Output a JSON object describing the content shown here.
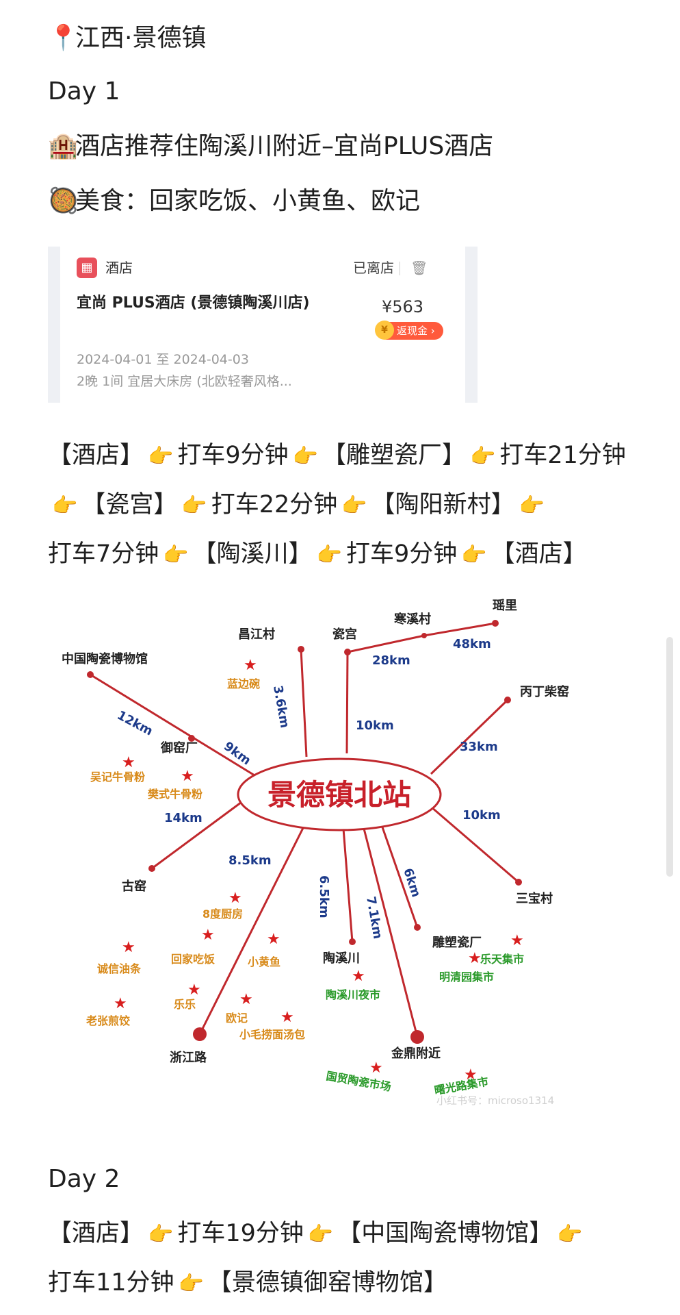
{
  "header": {
    "location_icon": "pin-icon",
    "location": "江西·景德镇",
    "day1": "Day 1",
    "hotel_tip": "酒店推荐住陶溪川附近–宜尚PLUS酒店",
    "food_tip": "美食：回家吃饭、小黄鱼、欧记"
  },
  "hotel_card": {
    "type": "酒店",
    "status": "已离店",
    "name": "宜尚 PLUS酒店 (景德镇陶溪川店)",
    "price": "¥563",
    "cashback": "返现金",
    "dates": "2024-04-01 至 2024-04-03",
    "room": "2晚   1间   宜居大床房 (北欧轻奢风格..."
  },
  "route1": [
    "【酒店】",
    "👉",
    "打车9分钟",
    "👉",
    "【雕塑瓷厂】",
    "👉",
    "打车21分钟",
    "👉",
    "【瓷宫】",
    "👉",
    "打车22分钟",
    "👉",
    "【陶阳新村】",
    "👉",
    "打车7分钟",
    "👉",
    "【陶溪川】",
    "👉",
    "打车9分钟",
    "👉",
    "【酒店】"
  ],
  "map": {
    "center": "景德镇北站",
    "places": {
      "boli_museum": "中国陶瓷博物馆",
      "changjiang": "昌江村",
      "cigong": "瓷宫",
      "hanxi": "寒溪村",
      "yaoli": "瑶里",
      "bingding": "丙丁柴窑",
      "yuyao": "御窑厂",
      "guyao": "古窑",
      "sanbao": "三宝村",
      "taoxichuan": "陶溪川",
      "diaosu": "雕塑瓷厂",
      "zhejiang": "浙江路",
      "jinding": "金鼎附近"
    },
    "distances": {
      "d12": "12km",
      "d9": "9km",
      "d36": "3.6km",
      "d28": "28km",
      "d48": "48km",
      "d10a": "10km",
      "d33": "33km",
      "d10b": "10km",
      "d14": "14km",
      "d85": "8.5km",
      "d65": "6.5km",
      "d71": "7.1km",
      "d6": "6km"
    },
    "foods": {
      "lanbianwan": "蓝边碗",
      "wuji": "吴记牛骨粉",
      "fanshi": "樊式牛骨粉",
      "badu": "8度厨房",
      "chengxin": "诚信油条",
      "huijia": "回家吃饭",
      "xiaohuangyu": "小黄鱼",
      "lele": "乐乐",
      "laozhang": "老张煎饺",
      "ouji": "欧记",
      "xiaomaolao": "小毛捞面汤包"
    },
    "markets": {
      "letian": "乐天集市",
      "mingqing": "明清园集市",
      "taoxichuan_night": "陶溪川夜市",
      "guomao": "国贸陶瓷市场",
      "shuguang": "曙光路集市"
    },
    "watermark": "小红书号：microso1314",
    "colors": {
      "line": "#c0282d",
      "distance": "#1c3a8a",
      "star": "#d81e1e",
      "market": "#2a9a2a",
      "food": "#d88a1a"
    }
  },
  "day2": "Day 2",
  "route2": [
    "【酒店】",
    "👉",
    "打车19分钟",
    "👉",
    "【中国陶瓷博物馆】",
    "👉",
    "打车11分钟",
    "👉",
    "【景德镇御窑博物馆】"
  ]
}
